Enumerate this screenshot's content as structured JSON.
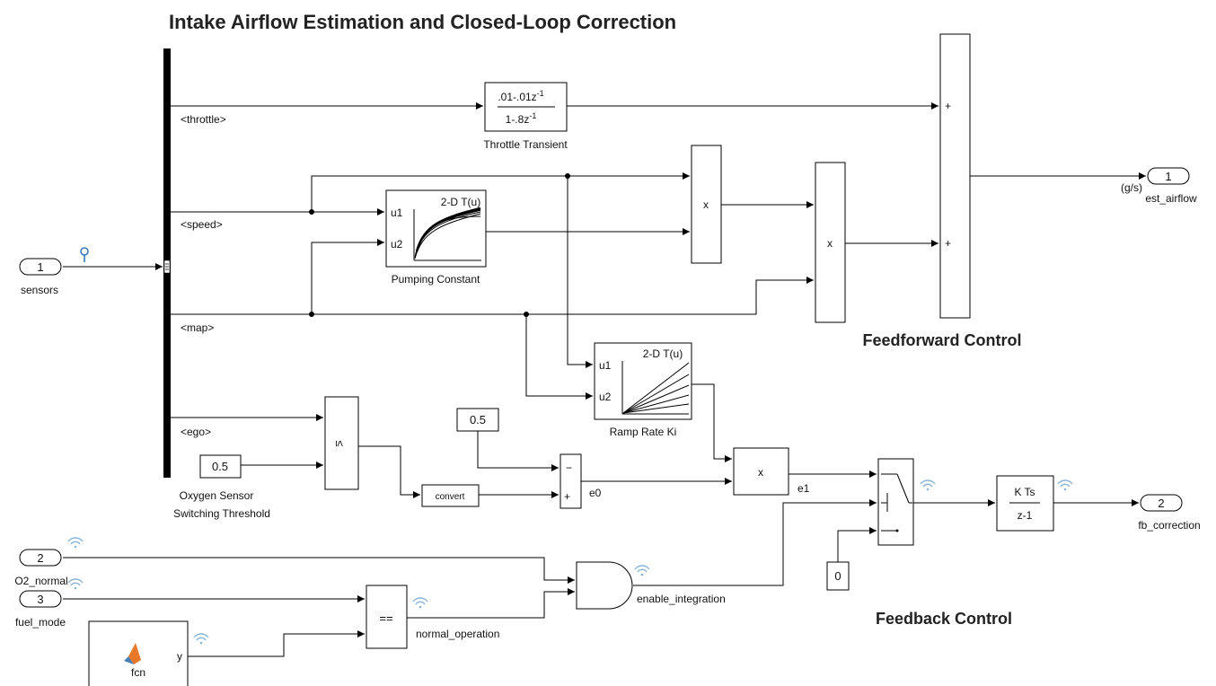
{
  "title": "Intake Airflow Estimation and Closed-Loop Correction",
  "sections": {
    "feedforward": "Feedforward Control",
    "feedback": "Feedback Control"
  },
  "inports": {
    "sensors": {
      "num": "1",
      "name": "sensors"
    },
    "o2_normal": {
      "num": "2",
      "name": "O2_normal"
    },
    "fuel_mode": {
      "num": "3",
      "name": "fuel_mode"
    }
  },
  "outports": {
    "est_airflow": {
      "num": "1",
      "name": "est_airflow",
      "unit": "(g/s)"
    },
    "fb_correction": {
      "num": "2",
      "name": "fb_correction"
    }
  },
  "bus_signals": {
    "throttle": "<throttle>",
    "speed": "<speed>",
    "map": "<map>",
    "ego": "<ego>"
  },
  "blocks": {
    "throttle_transient": {
      "num": ".01-.01z",
      "den": "1-.8z",
      "exp": "-1",
      "name": "Throttle Transient"
    },
    "pumping_constant": {
      "header": "2-D T(u)",
      "in1": "u1",
      "in2": "u2",
      "name": "Pumping Constant"
    },
    "ramp_rate_ki": {
      "header": "2-D T(u)",
      "in1": "u1",
      "in2": "u2",
      "name": "Ramp Rate Ki"
    },
    "product1": {
      "op": "x"
    },
    "product2": {
      "op": "x"
    },
    "product3": {
      "op": "x"
    },
    "sum_ff": {
      "sign1": "+",
      "sign2": "+"
    },
    "threshold_const": {
      "value": "0.5",
      "name1": "Oxygen Sensor",
      "name2": "Switching Threshold"
    },
    "compare": {
      "op": "≤"
    },
    "convert": {
      "label": "convert"
    },
    "setpoint_const": {
      "value": "0.5"
    },
    "sum_err": {
      "sign1": "−",
      "sign2": "+"
    },
    "and_block": {},
    "equal": {
      "op": "=="
    },
    "fcn": {
      "label": "fcn",
      "out": "y"
    },
    "zero_const": {
      "value": "0"
    },
    "integrator": {
      "num": "K Ts",
      "den": "z-1"
    }
  },
  "signal_labels": {
    "e0": "e0",
    "e1": "e1",
    "enable_integration": "enable_integration",
    "normal_operation": "normal_operation"
  },
  "colors": {
    "wire": "#000000",
    "block_border": "#000000",
    "bus_bar": "#000000",
    "log_icon": "#8ab4d8",
    "probe_icon": "#3a78b8",
    "matlab_logo": "#e8782a"
  }
}
